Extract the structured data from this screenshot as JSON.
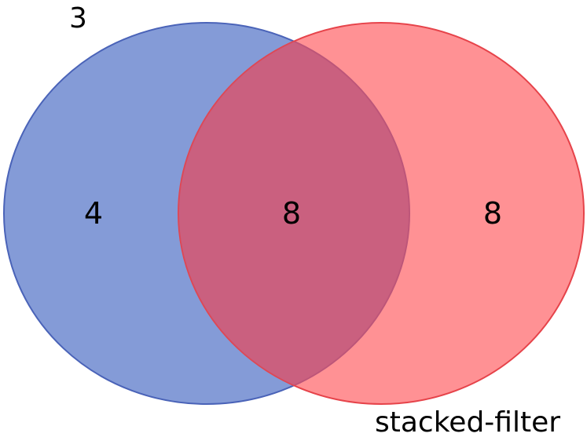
{
  "venn": {
    "sets": [
      {
        "id": "left",
        "label": "3",
        "color": "#4a6cc4",
        "stroke": "#4a63b8"
      },
      {
        "id": "right",
        "label": "stacked-filter",
        "color": "#ff4d52",
        "stroke": "#e6434a"
      }
    ],
    "regions": {
      "left_only": "4",
      "intersection": "8",
      "right_only": "8"
    },
    "intersection_color": "#c5577a"
  }
}
